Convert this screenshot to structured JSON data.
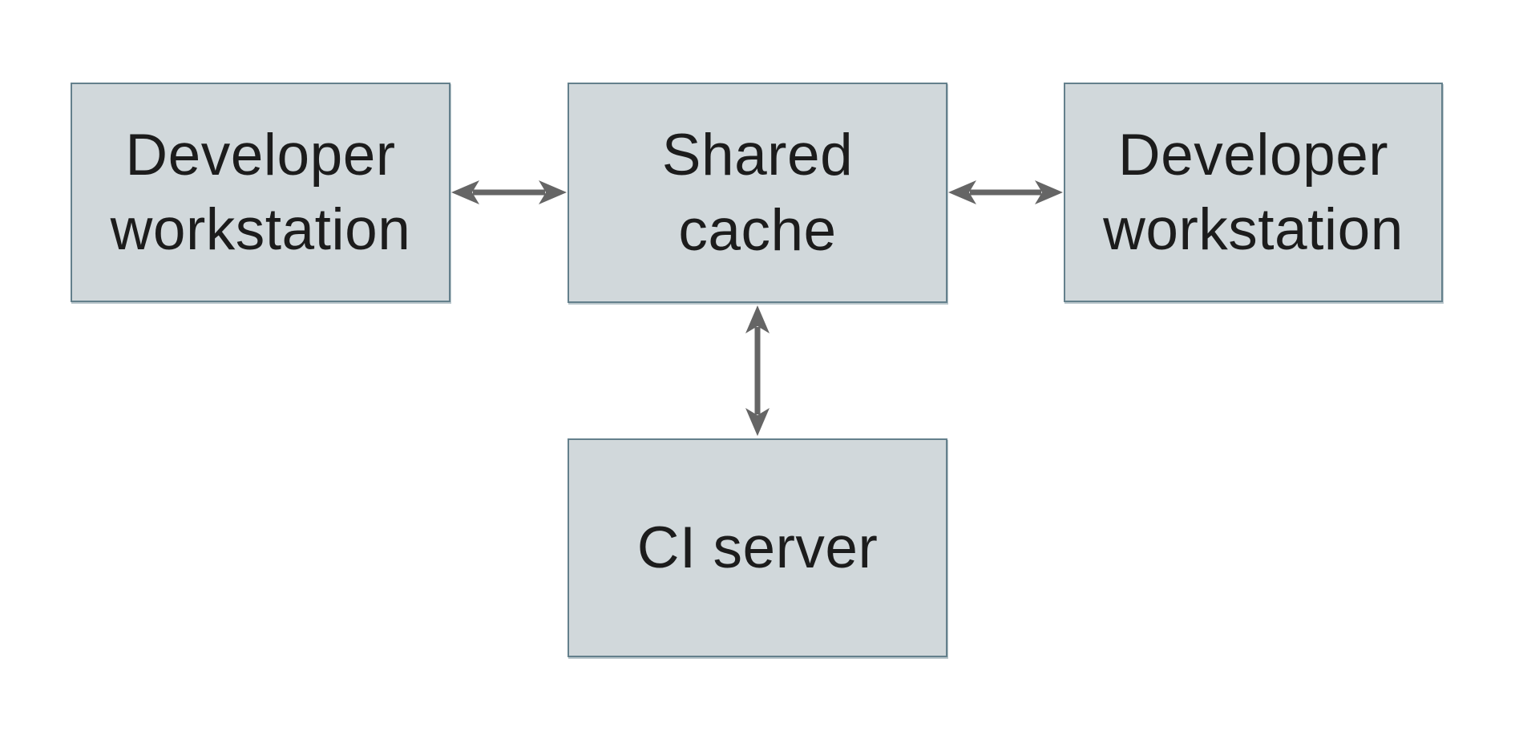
{
  "diagram": {
    "nodes": [
      {
        "id": "developer-workstation-left",
        "label": "Developer\nworkstation"
      },
      {
        "id": "shared-cache",
        "label": "Shared\ncache"
      },
      {
        "id": "developer-workstation-right",
        "label": "Developer\nworkstation"
      },
      {
        "id": "ci-server",
        "label": "CI server"
      }
    ],
    "edges": [
      {
        "from": "developer-workstation-left",
        "to": "shared-cache",
        "type": "bidirectional"
      },
      {
        "from": "shared-cache",
        "to": "developer-workstation-right",
        "type": "bidirectional"
      },
      {
        "from": "shared-cache",
        "to": "ci-server",
        "type": "bidirectional"
      }
    ],
    "colors": {
      "background": "#ffffff",
      "node_fill": "#d1d8db",
      "node_border": "#64808c",
      "arrow": "#656565",
      "text": "#1c1c1c"
    }
  }
}
